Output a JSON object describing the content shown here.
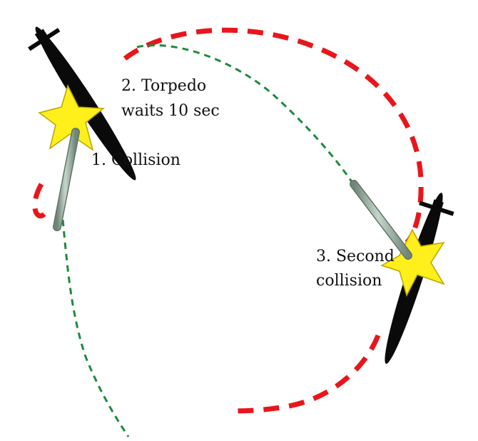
{
  "labels": {
    "collision_1": "1. Collision",
    "torpedo_wait_line1": "2. Torpedo",
    "torpedo_wait_line2": "waits 10 sec",
    "collision_2_line1": "3. Second",
    "collision_2_line2": "collision"
  },
  "colors": {
    "submarine_path": "#e8161b",
    "torpedo_path": "#1e8a3c",
    "submarine": "#0a0a0a",
    "star_fill": "#ffef1a",
    "star_stroke": "#b8a400",
    "torpedo_body": "#9fb6a6",
    "torpedo_edge": "#5f7366"
  }
}
